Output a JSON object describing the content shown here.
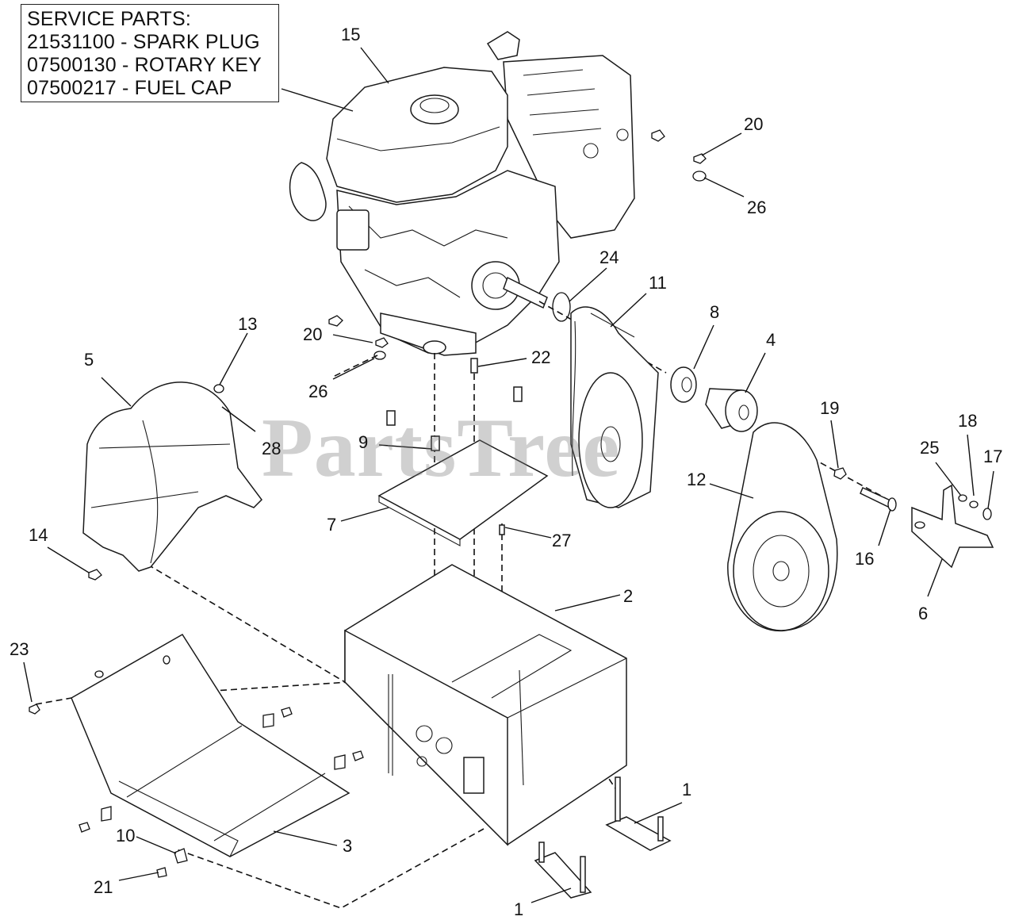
{
  "service_parts": {
    "heading": "SERVICE PARTS:",
    "items": [
      "21531100 - SPARK PLUG",
      "07500130 - ROTARY KEY",
      "07500217 - FUEL CAP"
    ]
  },
  "watermark": "PartsTree",
  "callouts": {
    "c15": "15",
    "c20a": "20",
    "c26a": "26",
    "c24": "24",
    "c11": "11",
    "c8": "8",
    "c4": "4",
    "c13": "13",
    "c20b": "20",
    "c22": "22",
    "c26b": "26",
    "c5": "5",
    "c28": "28",
    "c9": "9",
    "c19": "19",
    "c18": "18",
    "c25": "25",
    "c17": "17",
    "c12": "12",
    "c7": "7",
    "c27": "27",
    "c16": "16",
    "c14": "14",
    "c2": "2",
    "c6": "6",
    "c23": "23",
    "c1a": "1",
    "c10": "10",
    "c3": "3",
    "c21": "21",
    "c1b": "1"
  }
}
